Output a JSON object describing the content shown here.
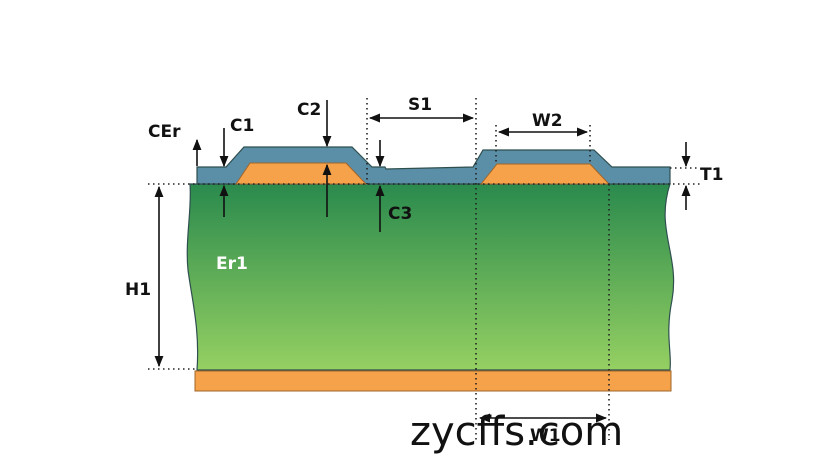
{
  "labels": {
    "cer": "CEr",
    "c1": "C1",
    "c2": "C2",
    "c3": "C3",
    "s1": "S1",
    "w2": "W2",
    "t1": "T1",
    "h1": "H1",
    "er1": "Er1",
    "w1": "W1"
  },
  "watermark": "zycffs.com",
  "colors": {
    "coating": "#5b8fa8",
    "copper": "#f5a24a",
    "substrate_top": "#2a8a4d",
    "substrate_bottom": "#95d062",
    "outline": "#2f4f4f"
  }
}
